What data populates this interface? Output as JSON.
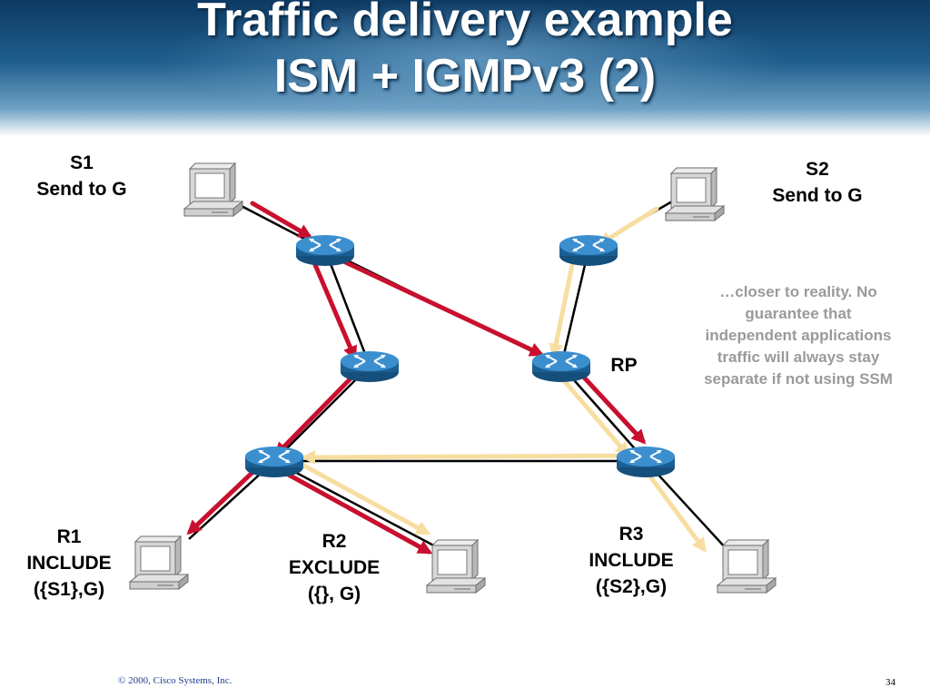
{
  "slide": {
    "title_line1": "Traffic delivery example",
    "title_line2": "ISM + IGMPv3 (2)",
    "footer": "© 2000, Cisco Systems, Inc.",
    "page_number": "34"
  },
  "hosts": {
    "s1": {
      "name": "S1",
      "detail": "Send to G"
    },
    "s2": {
      "name": "S2",
      "detail": "Send to G"
    },
    "r1": {
      "name": "R1",
      "mode": "INCLUDE",
      "filter": "({S1},G)"
    },
    "r2": {
      "name": "R2",
      "mode": "EXCLUDE",
      "filter": "({}, G)"
    },
    "r3": {
      "name": "R3",
      "mode": "INCLUDE",
      "filter": "({S2},G)"
    }
  },
  "rp_label": "RP",
  "note": "…closer to reality. No guarantee that independent applications traffic will always stay separate if not using SSM",
  "colors": {
    "s1_traffic": "#c8102e",
    "s2_traffic": "#f7dea0",
    "router_fill": "#1f78b4",
    "link": "#000000"
  }
}
